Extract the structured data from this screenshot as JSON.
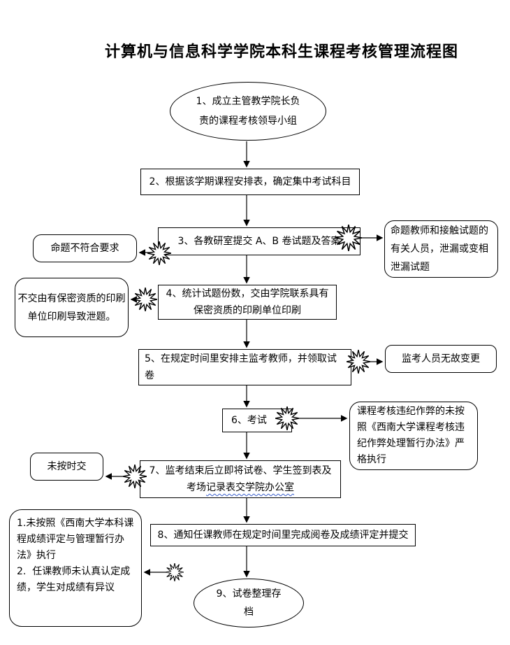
{
  "title": "计算机与信息科学学院本科生课程考核管理流程图",
  "nodes": {
    "step1": {
      "lines": [
        "1、成立主管教学院长负",
        "责的课程考核领导小组"
      ]
    },
    "step2": {
      "text": "2、根据该学期课程安排表，确定集中考试科目"
    },
    "step3": {
      "text": "3、各教研室提交 A、B 卷试题及答案"
    },
    "step4": {
      "lines": [
        "4、统计试题份数，交由学院联系具有",
        "保密资质的印刷单位印刷"
      ]
    },
    "step5": {
      "lines": [
        "5、在规定时间里安排主监考教师，并领取试",
        "卷"
      ]
    },
    "step6": {
      "text": "6、考试"
    },
    "step7": {
      "line1": "7、监考结束后立即将试卷、学生签到表及",
      "line2_prefix": "考场",
      "line2_underlined": "记录表交学院办公室"
    },
    "step8": {
      "text": "8、通知任课教师在规定时间里完成阅卷及成绩评定并提交"
    },
    "step9": {
      "lines": [
        "9、试卷整理存",
        "档"
      ]
    }
  },
  "callouts": {
    "proposition_invalid": {
      "text": "命题不符合要求"
    },
    "question_leak": {
      "text": "命题教师和接触试题的有关人员，泄漏或变相泄漏试题"
    },
    "print_leak": {
      "text": "不交由有保密资质的印刷单位印刷导致泄题。"
    },
    "invigilator_change": {
      "text": "监考人员无故变更"
    },
    "cheating_rule": {
      "text": "课程考核违纪作弊的未按照《西南大学课程考核违纪作弊处理暂行办法》严格执行"
    },
    "late_submission": {
      "text": "未按时交"
    },
    "grading_issues": {
      "items": [
        "1.未按照《西南大学本科课程成绩评定与管理暂行办法》执行",
        "2.  任课教师未认真认定成绩，学生对成绩有异议"
      ]
    }
  },
  "colors": {
    "ink": "#000000",
    "paper": "#ffffff",
    "squiggle_underline": "#3a5fcd"
  }
}
